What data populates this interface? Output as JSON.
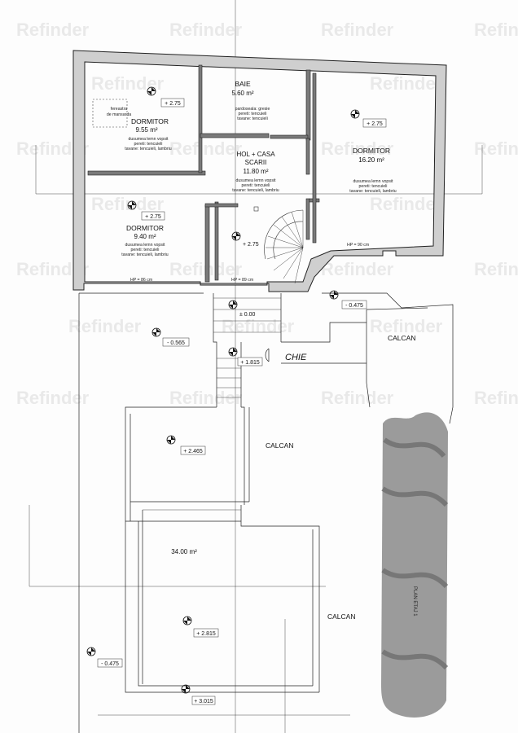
{
  "watermark": "Refinder",
  "rooms": {
    "dormitor_a": {
      "name": "DORMITOR",
      "area": "9.55 m²",
      "level": "+ 2.75",
      "note1": "dusumea lemn vopsit",
      "note2": "pereti: tencuieli",
      "note3": "tavane: tencuieli, lambriu",
      "window_note1": "fereastra",
      "window_note2": "de mansarda"
    },
    "baie": {
      "name": "BAIE",
      "area": "5.60 m²",
      "note1": "pardoseala: gresie",
      "note2": "pereti: tencuieli",
      "note3": "tavane: tencuieli"
    },
    "dormitor_c": {
      "name": "DORMITOR",
      "area": "16.20 m²",
      "level": "+ 2.75",
      "note1": "dusumea lemn vopsit",
      "note2": "pereti: tencuieli",
      "note3": "tavane: tencuieli, lambriu"
    },
    "hol": {
      "name1": "HOL + CASA",
      "name2": "SCARII",
      "area": "11.80 m²",
      "level": "+ 2.75",
      "note1": "dusumea lemn vopsit",
      "note2": "pereti: tencuieli",
      "note3": "tavane: tencuieli, lambriu"
    },
    "dormitor_b": {
      "name": "DORMITOR",
      "area": "9.40 m²",
      "level": "+ 2.75",
      "note1": "dusumea lemn vopsit",
      "note2": "pereti: tencuieli",
      "note3": "tavane: tencuieli, lambriu"
    }
  },
  "hp_labels": [
    "HP = 86 cm",
    "HP = 89 cm",
    "HP = 90 cm"
  ],
  "levels": {
    "zero": "± 0.00",
    "right_top": "- 0.475",
    "left_mid": "- 0.565",
    "stair_landing": "+ 1.815",
    "lower_room": "+ 2.465",
    "big_room": "+ 2.815",
    "bottom": "+ 3.015",
    "left_bottom": "- 0.475"
  },
  "big_room_area": "34.00 m²",
  "calcan_labels": [
    "CALCAN",
    "CALCAN",
    "CALCAN"
  ],
  "handwritten": "CHIE",
  "side_text": "PLAN ETAJ 1"
}
